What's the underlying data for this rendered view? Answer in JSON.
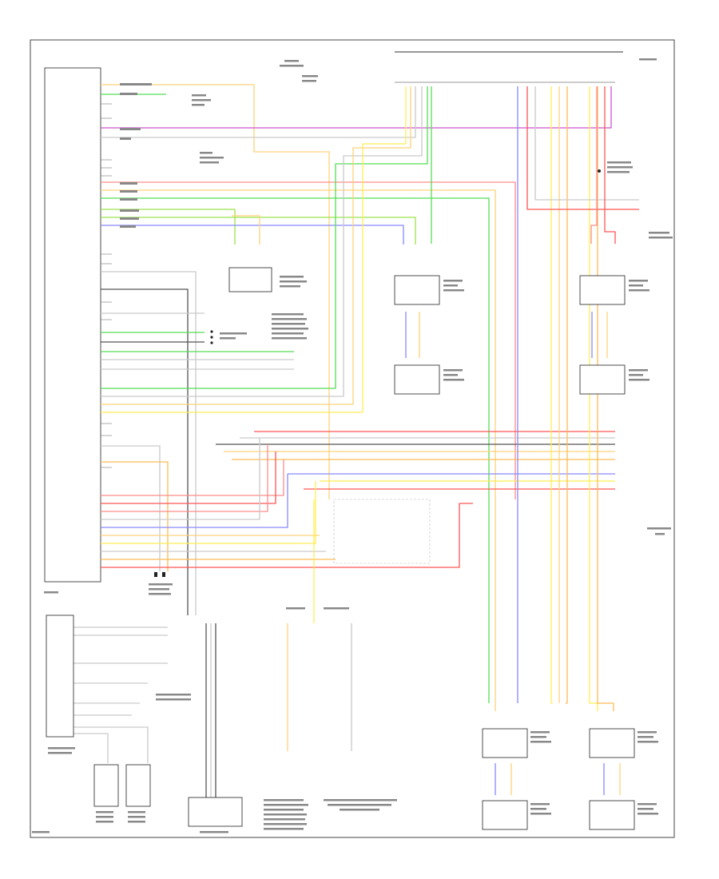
{
  "wires": [
    {
      "id": "w1",
      "color": "#ff8a8a"
    },
    {
      "id": "w2",
      "color": "#c9c9c9"
    },
    {
      "id": "w3",
      "color": "#ffd27a"
    },
    {
      "id": "w4",
      "color": "#ffee55"
    },
    {
      "id": "w5",
      "color": "#55dd55"
    },
    {
      "id": "w6",
      "color": "#8888ff"
    },
    {
      "id": "w7",
      "color": "#555555"
    },
    {
      "id": "w8",
      "color": "#cc55cc"
    },
    {
      "id": "w9",
      "color": "#ffbb55"
    },
    {
      "id": "w10",
      "color": "#ff5555"
    },
    {
      "id": "w11",
      "color": "#9be34a"
    }
  ]
}
